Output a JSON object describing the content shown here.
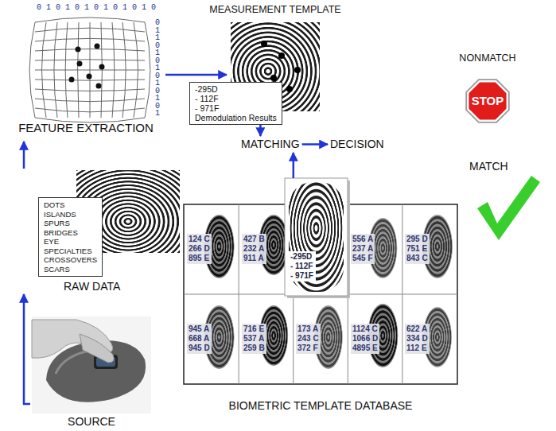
{
  "diagram": {
    "nodes": [
      {
        "text": [
          "FEATURE EXTRACTION"
        ]
      },
      {
        "text": [
          "MEASUREMENT TEMPLATE"
        ]
      },
      {
        "text": [
          "-295D",
          "- 112F",
          "- 971F",
          "Demodulation Results"
        ],
        "in": 1
      },
      {
        "text": [
          "MATCHING"
        ]
      },
      {
        "text": [
          "DECISION"
        ]
      },
      {
        "text": [
          "NONMATCH",
          "STOP"
        ]
      },
      {
        "text": [
          "MATCH"
        ]
      },
      {
        "text": [
          "DOTS",
          "ISLANDS",
          "SPURS",
          "BRIDGES",
          "EYE",
          "SPECIALTIES",
          "CROSSOVERS",
          "SCARS",
          "RAW DATA"
        ]
      },
      {
        "text": [
          "BIOMETRIC TEMPLATE DATABASE"
        ]
      },
      {
        "text": [
          "124 C",
          "266 D",
          "895 E"
        ],
        "in": 8
      },
      {
        "text": [
          "427 B",
          "232 A",
          "911 A"
        ],
        "in": 8
      },
      {
        "text": [
          "-295D",
          "- 112F",
          "- 971F"
        ],
        "in": 8
      },
      {
        "text": [
          "556 A",
          "237 A",
          "545 F"
        ],
        "in": 8
      },
      {
        "text": [
          "295 D",
          "751 E",
          "843 C"
        ],
        "in": 8
      },
      {
        "text": [
          "945 A",
          "668 A",
          "945 D"
        ],
        "in": 8
      },
      {
        "text": [
          "716 E",
          "537 A",
          "259 B"
        ],
        "in": 8
      },
      {
        "text": [
          "173 A",
          "243 C",
          "372 F"
        ],
        "in": 8
      },
      {
        "text": [
          "1124 C",
          "1066 D",
          "4895 E"
        ],
        "in": 8
      },
      {
        "text": [
          "622 A",
          "334 D",
          "112 E"
        ],
        "in": 8
      },
      {
        "text": [
          "SOURCE"
        ]
      }
    ],
    "edges": [
      {
        "from": 19,
        "to": 7,
        "arrow": "to"
      },
      {
        "from": 7,
        "to": 0,
        "arrow": "to"
      },
      {
        "from": 0,
        "to": 1,
        "arrow": "to"
      },
      {
        "from": 2,
        "to": 3,
        "arrow": "to"
      },
      {
        "from": 11,
        "to": 3,
        "arrow": "to"
      },
      {
        "from": 3,
        "to": 4,
        "arrow": "to"
      }
    ],
    "labels": [
      "0 1 0 1 0 1 0 1 0 1 0 1 0",
      "0 1 1 0 1 0 1 0 1 0 1 0 1"
    ]
  }
}
